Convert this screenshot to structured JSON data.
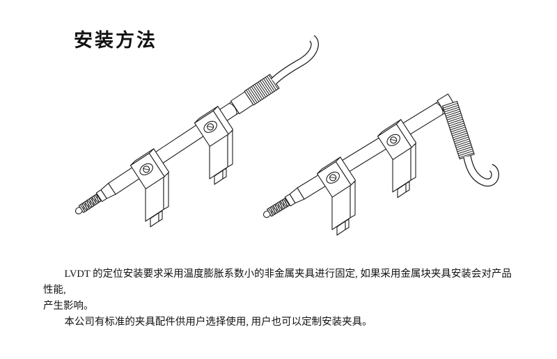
{
  "page": {
    "title": "安装方法",
    "body_lines": [
      "LVDT 的定位安装要求采用温度膨胀系数小的非金属夹具进行固定, 如果采用金属块夹具安装会对产品性能,",
      "产生影响。",
      "本公司有标准的夹具配件供用户选择使用, 用户也可以定制安装夹具。"
    ],
    "figures": [
      {
        "name": "lvdt-sensor-with-two-mounting-clamps-left"
      },
      {
        "name": "lvdt-sensor-with-two-mounting-clamps-right"
      }
    ]
  }
}
